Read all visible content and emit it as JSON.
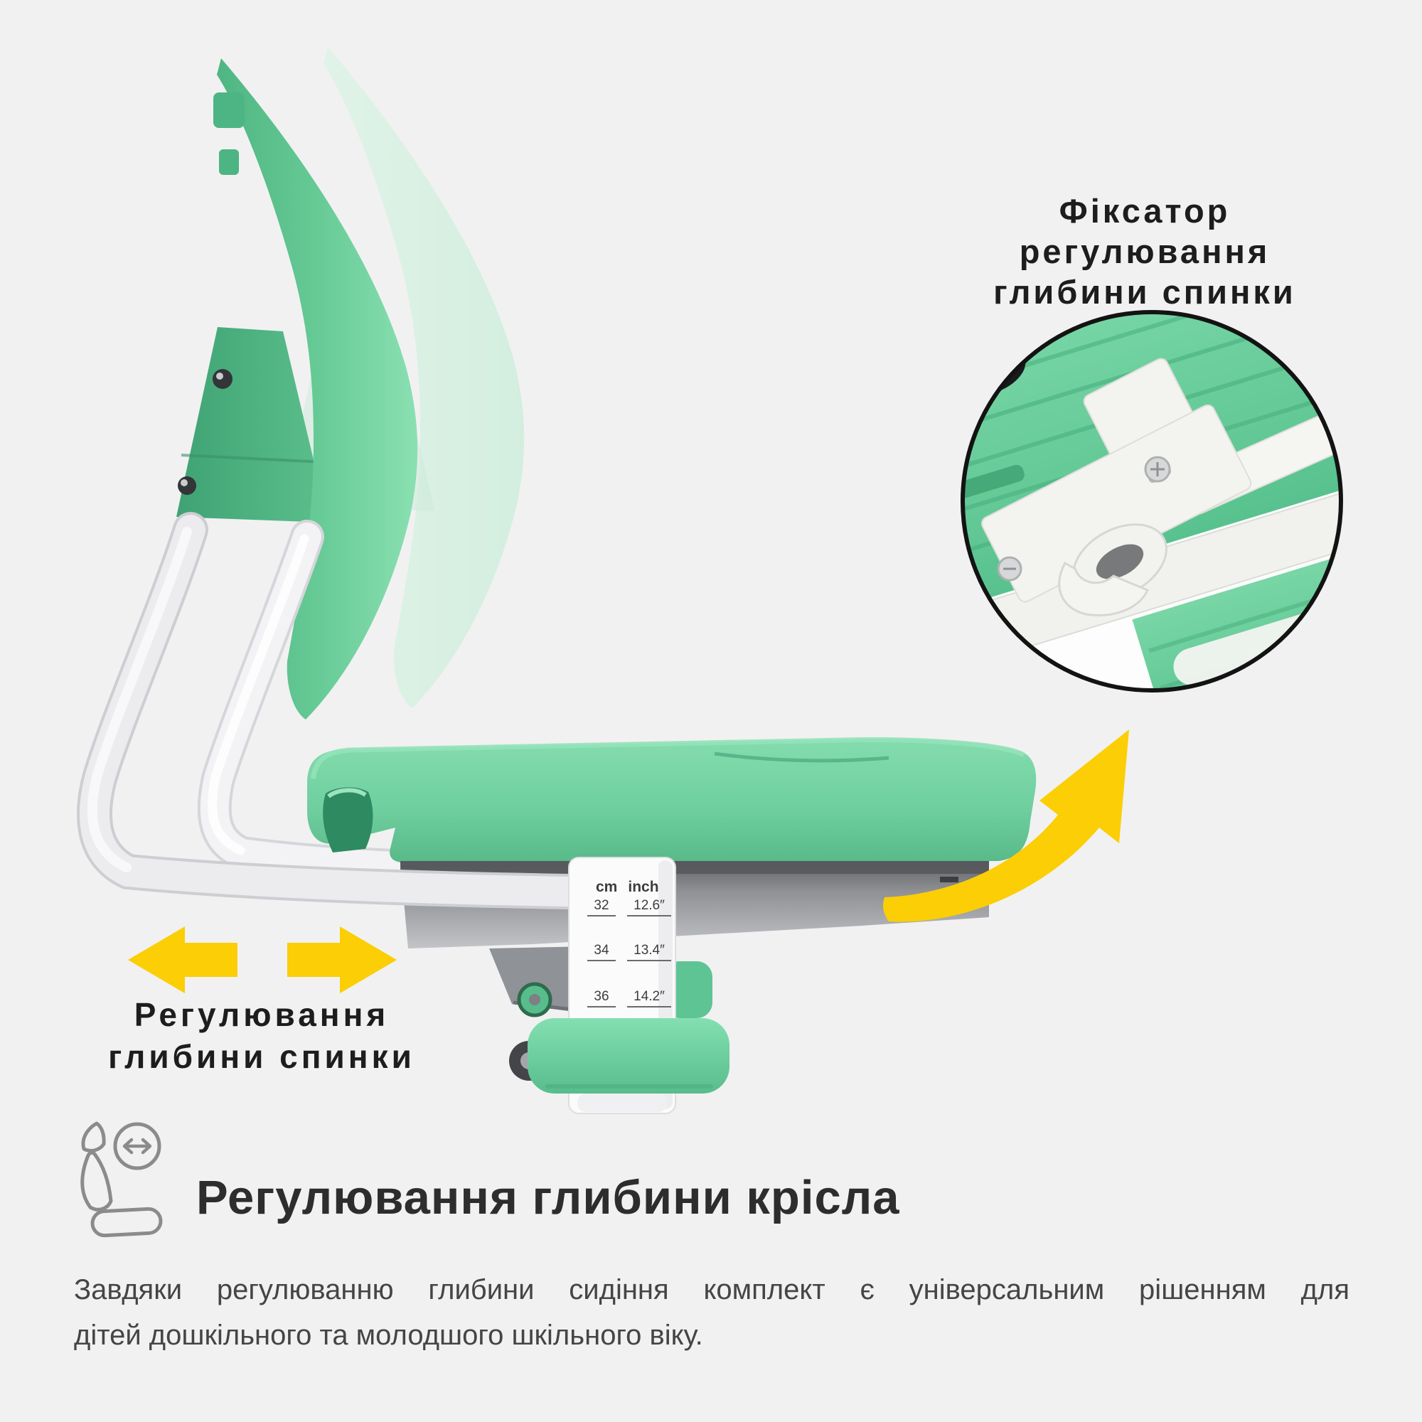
{
  "colors": {
    "background": "#f1f1f2",
    "product_green": "#6fcfa0",
    "accent_yellow": "#fbce06",
    "ink": "#1d1d1d"
  },
  "callout_lock": {
    "line1": "Фіксатор",
    "line2": "регулювання",
    "line3": "глибини спинки"
  },
  "callout_back_depth": {
    "line1": "Регулювання",
    "line2": "глибини спинки"
  },
  "ruler": {
    "cm_header": "cm",
    "inch_header": "inch",
    "rows": [
      {
        "cm": "32",
        "inch": "12.6″"
      },
      {
        "cm": "34",
        "inch": "13.4″"
      },
      {
        "cm": "36",
        "inch": "14.2″"
      }
    ]
  },
  "section": {
    "title": "Регулювання глибини крісла",
    "body_line1": "Завдяки регулюванню глибини сидіння комплект є універсальним рішенням для",
    "body_line2": "дітей дошкільного та молодшого шкільного віку."
  }
}
